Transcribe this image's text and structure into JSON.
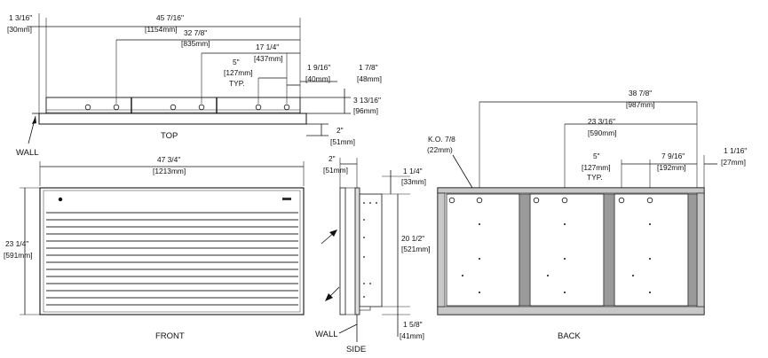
{
  "labels": {
    "top": "TOP",
    "front": "FRONT",
    "side": "SIDE",
    "back": "BACK",
    "wall_top": "WALL",
    "wall_side": "WALL",
    "typ_top": "TYP.",
    "typ_back": "TYP.",
    "ko": "K.O. 7/8",
    "ko_mm": "(22mm)"
  },
  "top_dims": {
    "d1_in": "1 3/16\"",
    "d1_mm": "[30mm]",
    "d2_in": "45 7/16\"",
    "d2_mm": "[1154mm]",
    "d3_in": "32 7/8\"",
    "d3_mm": "[835mm]",
    "d4_in": "17 1/4\"",
    "d4_mm": "[437mm]",
    "d5_in": "5\"",
    "d5_mm": "[127mm]",
    "d6_in": "1 9/16\"",
    "d6_mm": "[40mm]",
    "d7_in": "1 7/8\"",
    "d7_mm": "[48mm]",
    "d8_in": "3 13/16\"",
    "d8_mm": "[96mm]",
    "d9_in": "2\"",
    "d9_mm": "[51mm]"
  },
  "front_dims": {
    "w_in": "47 3/4\"",
    "w_mm": "[1213mm]",
    "h_in": "23 1/4\"",
    "h_mm": "[591mm]"
  },
  "side_dims": {
    "d_in": "2\"",
    "d_mm": "[51mm]",
    "t_in": "1 1/4\"",
    "t_mm": "[33mm]",
    "h_in": "20 1/2\"",
    "h_mm": "[521mm]",
    "b_in": "1 5/8\"",
    "b_mm": "[41mm]"
  },
  "back_dims": {
    "w_in": "38 7/8\"",
    "w_mm": "[987mm]",
    "m_in": "23 3/16\"",
    "m_mm": "[590mm]",
    "s_in": "5\"",
    "s_mm": "[127mm]",
    "r_in": "7 9/16\"",
    "r_mm": "[192mm]",
    "e_in": "1 1/16\"",
    "e_mm": "[27mm]"
  }
}
